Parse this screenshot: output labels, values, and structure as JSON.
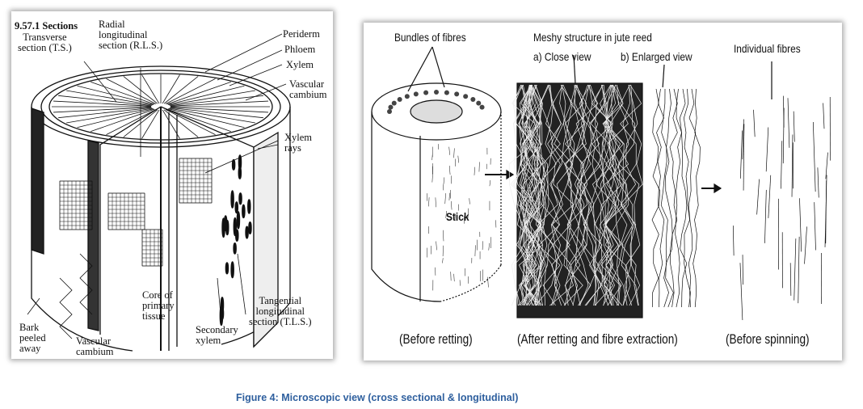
{
  "left_diagram": {
    "heading": "9.57.1 Sections",
    "labels": {
      "transverse": "Transverse\nsection  (T.S.)",
      "radial": "Radial\nlongitudinal\nsection (R.L.S.)",
      "periderm": "Periderm",
      "phloem": "Phloem",
      "xylem": "Xylem",
      "vascular_cambium_right": "Vascular\ncambium",
      "xylem_rays": "Xylem\nrays",
      "core": "Core of\nprimary\ntissue",
      "tangential": "Tangential\nlongitudinal\nsection (T.L.S.)",
      "secondary_xylem": "Secondary\nxylem",
      "bark": "Bark\npeeled\naway",
      "vascular_cambium_bottom": "Vascular\ncambium"
    }
  },
  "right_diagram": {
    "bundles": "Bundles of fibres",
    "meshy": "Meshy structure in jute reed",
    "close_view": "a) Close view",
    "enlarged_view": "b) Enlarged view",
    "individual": "Individual fibres",
    "stick": "Stick",
    "before_retting": "(Before retting)",
    "after_retting": "(After retting and fibre extraction)",
    "before_spinning": "(Before spinning)"
  },
  "caption": "Figure 4: Microscopic view (cross sectional & longitudinal)",
  "colors": {
    "caption": "#2e5f9e",
    "ink": "#111111"
  }
}
